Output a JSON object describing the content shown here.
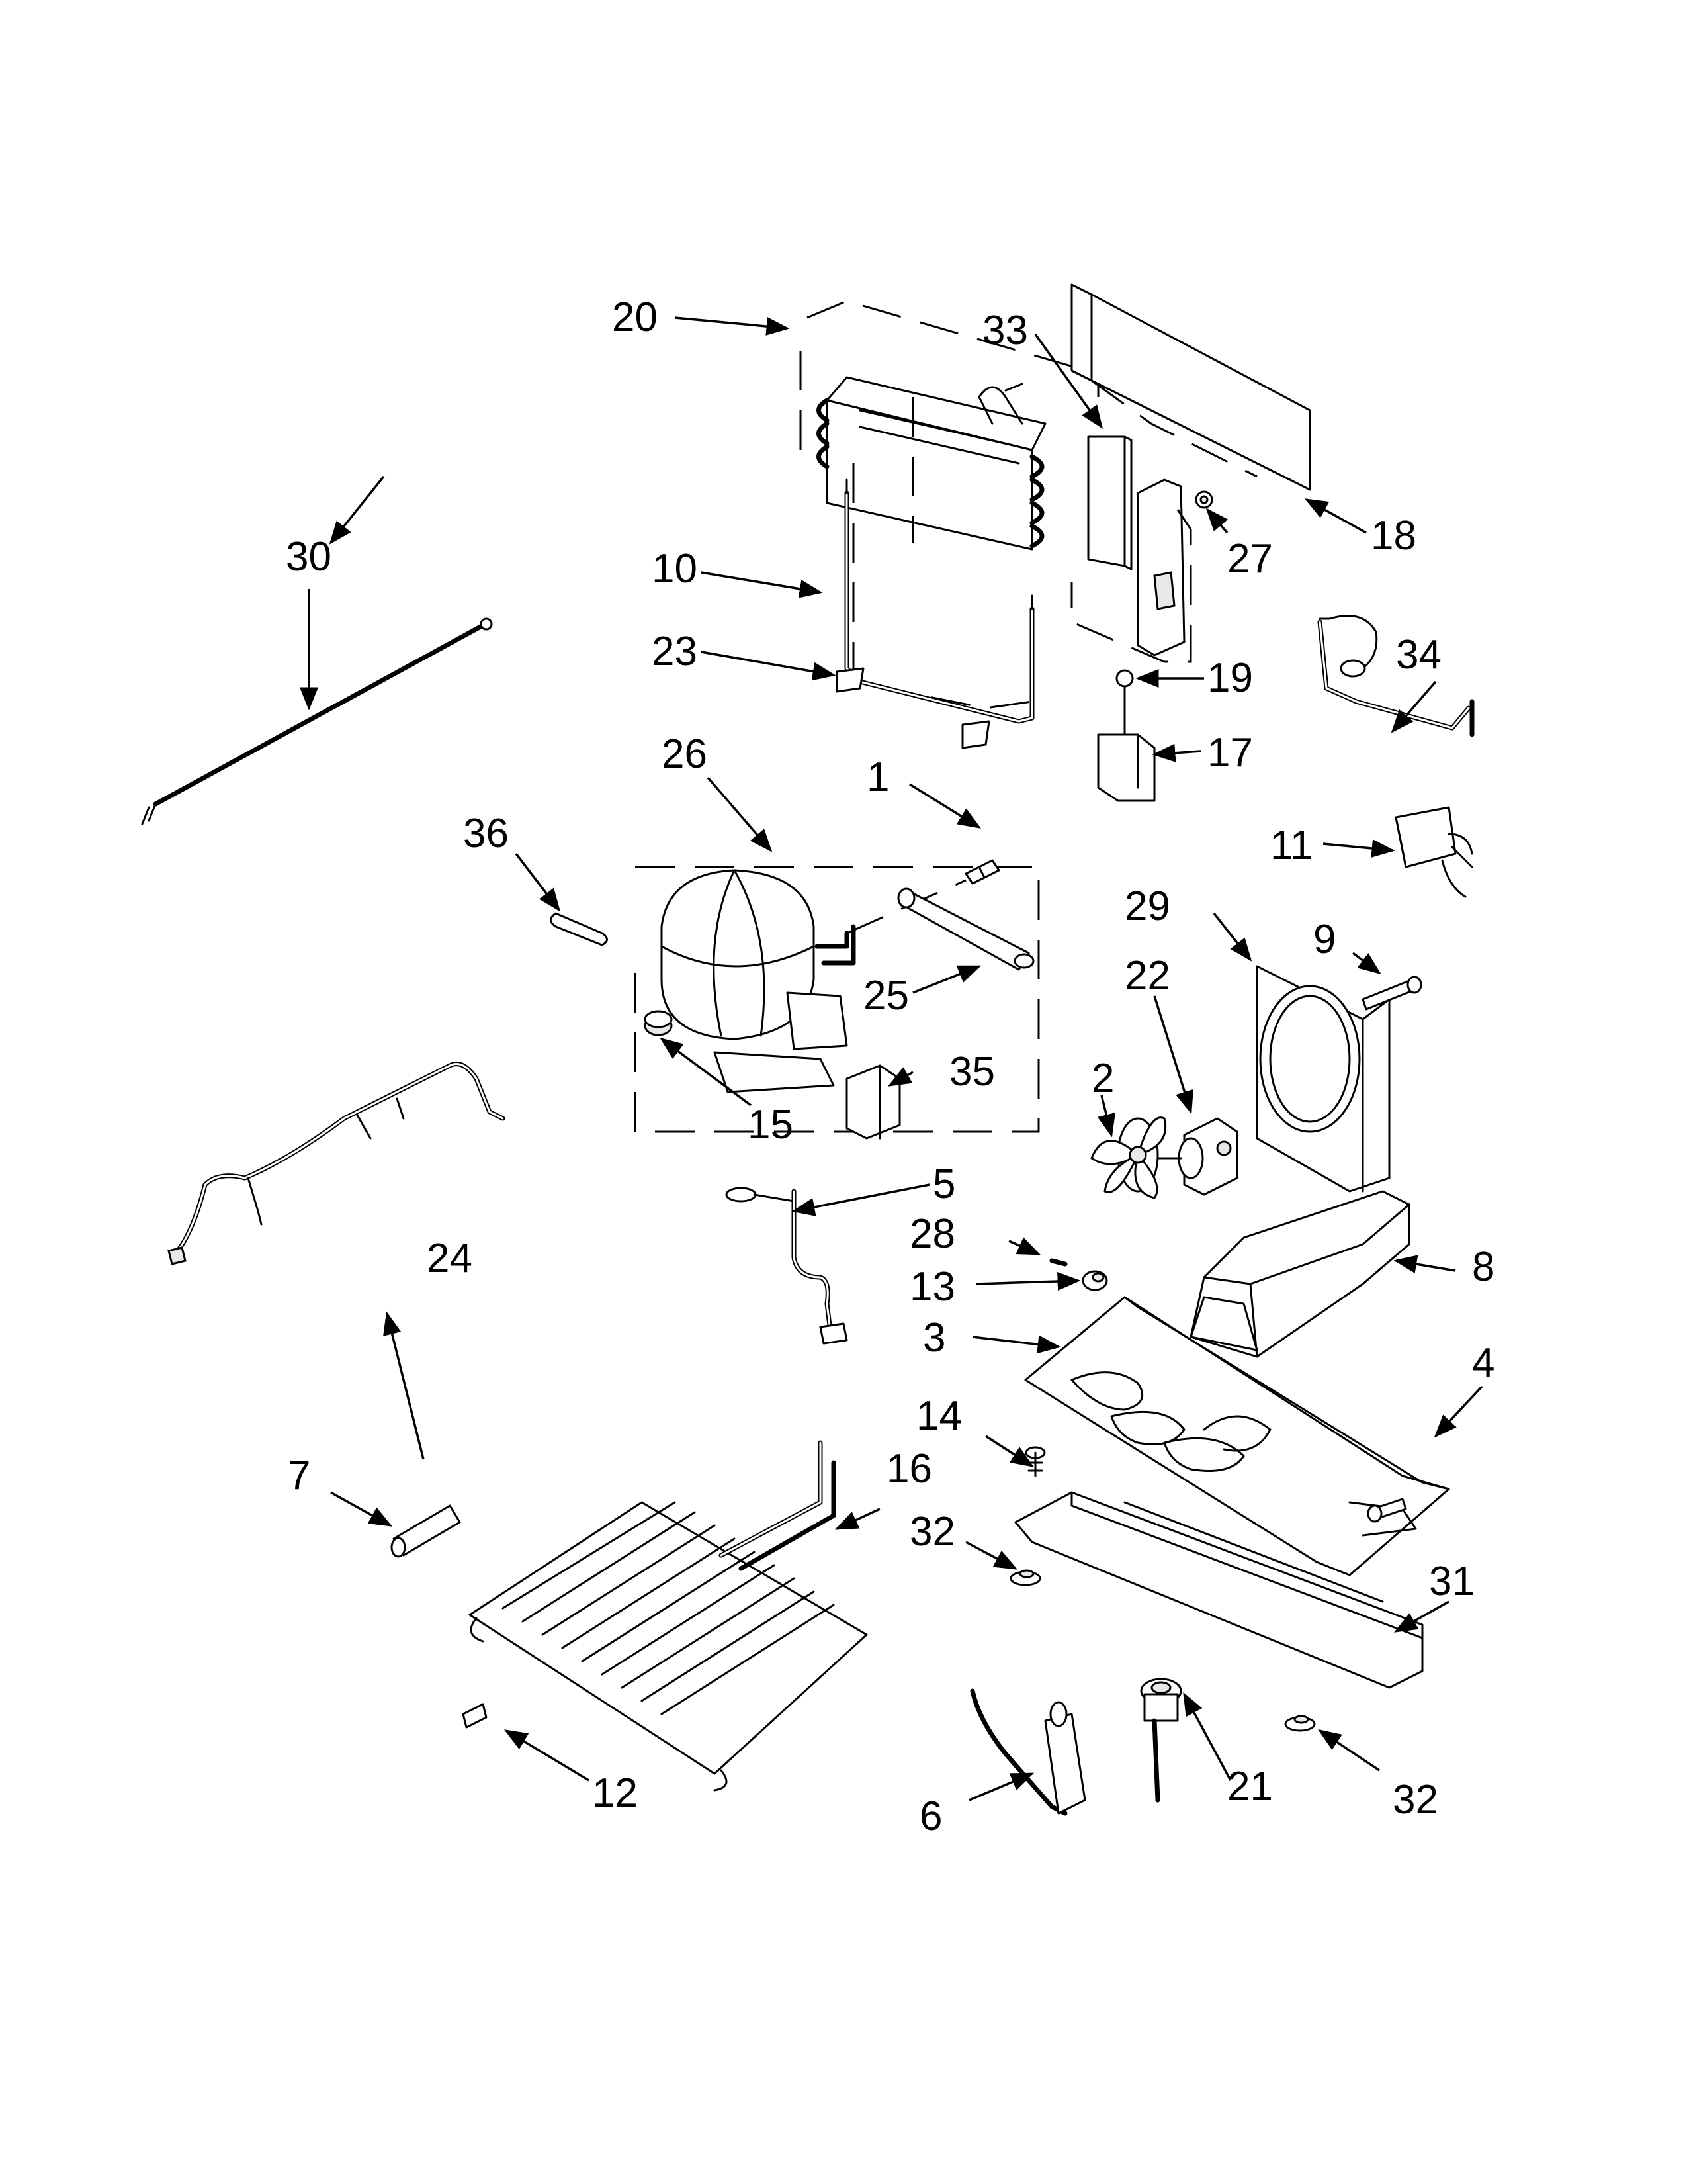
{
  "diagram": {
    "callouts": [
      "1",
      "2",
      "3",
      "4",
      "5",
      "6",
      "7",
      "8",
      "9",
      "10",
      "11",
      "12",
      "13",
      "14",
      "15",
      "16",
      "17",
      "18",
      "19",
      "20",
      "21",
      "22",
      "23",
      "24",
      "25",
      "26",
      "27",
      "28",
      "29",
      "30",
      "31",
      "32",
      "33",
      "34",
      "35",
      "36"
    ]
  }
}
